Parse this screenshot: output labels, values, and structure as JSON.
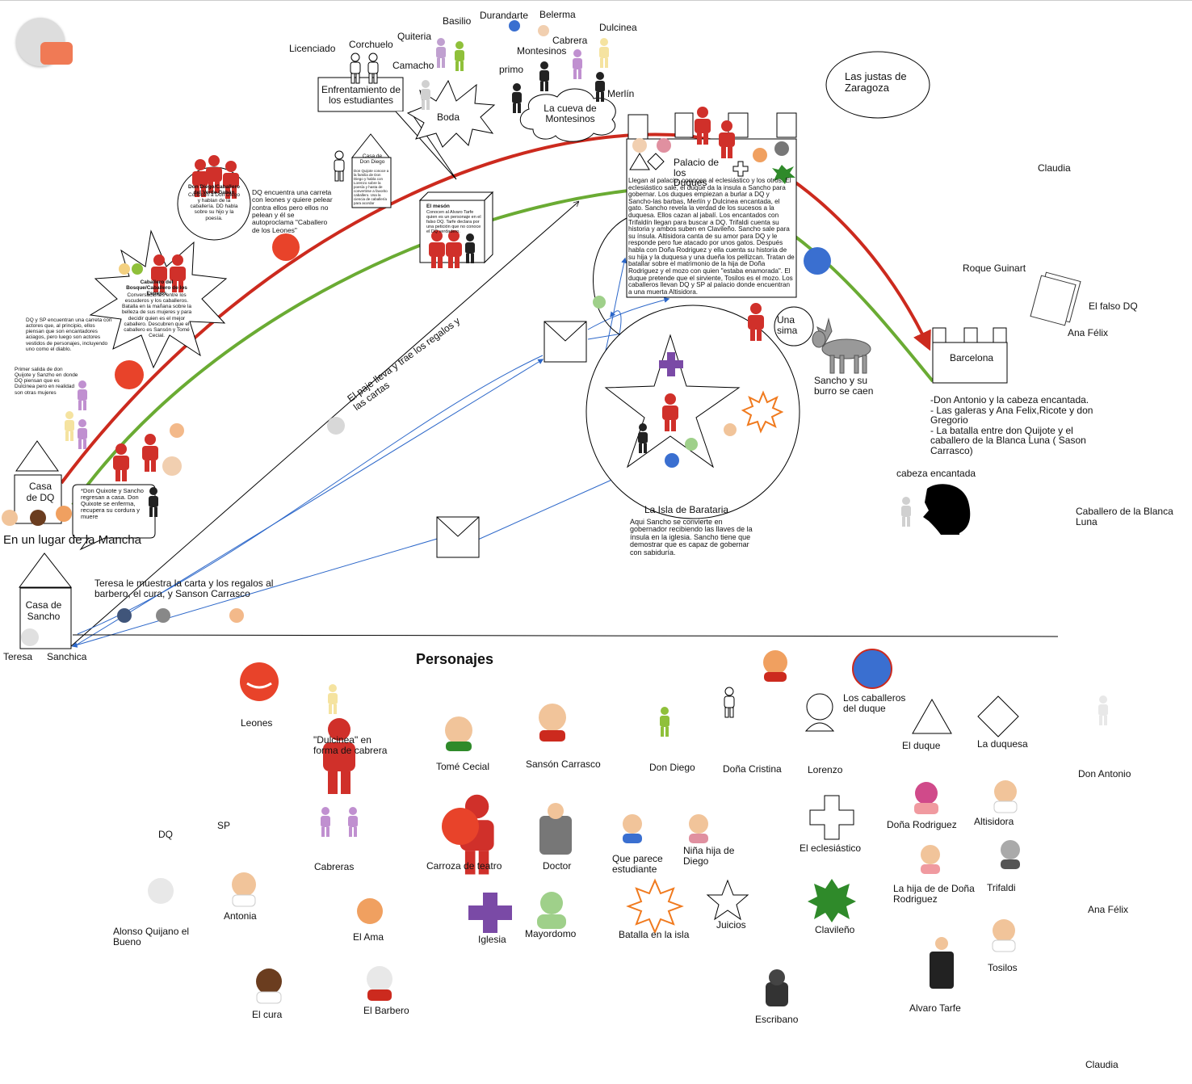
{
  "title_personajes": "Personajes",
  "colors": {
    "red_path": "#cc2a1e",
    "green_path": "#6aab33",
    "blue_arrow": "#2c67c9",
    "figure_red": "#d0302a",
    "purple": "#7a4aa6"
  },
  "route": {
    "casa_dq": "Casa de DQ",
    "mancha": "En un lugar de la Mancha",
    "casa_sancho": "Casa de Sancho",
    "teresa": "Teresa",
    "sanchica": "Sanchica",
    "primer_salida": "Primer salida de don Quijote y Sanzho en donde DQ piensan que es Dulcinea pero en realidad son otras mujeres",
    "carreta": "DQ y SP encuentran una carreta con actores que, al principio, ellos piensan que son encantadores aciagos, pero luego son actores vestidos de personajes, incluyendo uno como el diablo.",
    "espejos_title": "Caballero del Bosque/Caballero de los Espejos",
    "espejos_text": "Conversaciones entre los escuderos y los caballeros. Batalla en la mañana sobre la belleza de sus mujeres y para decidir quien es el mejor caballero. Descubren que el caballero es Sansón y Tomé Cecial.",
    "verde_title": "Don Diego/Caballero del Verde Gabán",
    "verde_text": "Conocen a Don Diego y hablan de la caballería. DD habla sobre su hijo y la poesía.",
    "leones": "DQ encuentra una carreta con leones y quiere pelear contra ellos pero ellos no pelean y él se autoproclama \"Caballero de los Leones\"",
    "casa_don_diego": "Casa de Don Diego",
    "casa_don_diego_text": "Don Quijote conoce a la familia de Don Diego y habla con Lorenzo sobre la poesía y hasta de convertirse a favorito caballero. Usa la ciencia de caballería para acordar",
    "enfrentamiento": "Enfrentamiento de los estudiantes",
    "licenciado": "Licenciado",
    "corchuelo": "Corchuelo",
    "quiteria": "Quiteria",
    "basilio": "Basilio",
    "camacho": "Camacho",
    "boda": "Boda",
    "durandarte": "Durandarte",
    "belerma": "Belerma",
    "cabrera": "Cabrera",
    "montesinos": "Montesinos",
    "dulcinea": "Dulcinea",
    "primo": "primo",
    "merlin": "Merlín",
    "cueva": "La cueva de Montesinos",
    "meson_title": "El mesón",
    "meson_text": "Conocen al Alvaro Tarfe quien es un personaje en el falso DQ. Tarfe declara por una petición que no conoce el DQ verdadero.",
    "justas": "Las justas de Zaragoza",
    "palacio_title": "Palacio de los Duques",
    "palacio_text": "Llegan al palacio, conocen al eclesiástico y los otros. El eclesiástico sale, el duque da la insula a Sancho para gobernar. Los duques empiezan a burlar a DQ y Sancho-las barbas, Merlín y Dulcinea encantada, el gato. Sancho revela la verdad de los sucesos a la duquesa. Ellos cazan al jabalí. Los encantados con Trifaldín llegan para buscar a DQ. Trifaldi cuenta su historia y ambos suben en Clavileño. Sancho sale para su ínsula. Altisidora canta de su amor para DQ y le responde pero fue atacado por unos gatos. Después habla con Doña Rodriguez y ella cuenta su historia de su hija y la duquesa y una dueña los pellizcan. Tratan de batallar sobre el matrimonio de la hija de Doña Rodriguez y el mozo con quien \"estaba enamorada\". El duque pretende que el sirviente, Tosilos es el mozo. Los caballeros llevan DQ y SP al palacio donde encuentran a una muerta Altisidora.",
    "paje": "El paje lleva y trae los regalos y las cartas",
    "teresa_carta": "Teresa le muestra la carta y los regalos al barbero, el cura, y Sanson Carrasco",
    "regreso": "*Don Quixote y Sancho regresan a casa. Don Quixote se enferma, recupera su cordura y muere",
    "isla": "La Isla de Barataria",
    "isla_text": "Aqui Sancho se convierte en gobernador recibiendo las llaves de la ínsula en la iglesia. Sancho tiene que demostrar que es capaz de gobernar con sabiduría.",
    "sima": "Una sima",
    "burro": "Sancho y su burro se caen",
    "barcelona": "Barcelona",
    "barcelona_text": "-Don Antonio y la cabeza encantada.\n- Las galeras y Ana Felix,Ricote y don Gregorio\n- La batalla entre don Quijote y el caballero de la Blanca Luna ( Sason Carrasco)",
    "claudia": "Claudia",
    "roque": "Roque Guinart",
    "falso": "El falso DQ",
    "ana": "Ana Félix",
    "cabeza": "cabeza encantada",
    "blanca_luna": "Caballero de la Blanca Luna"
  },
  "legend": {
    "leones": "Leones",
    "dulcinea_cabrera": "\"Dulcinea\" en forma de cabrera",
    "tome": "Tomé Cecial",
    "sanson": "Sansón Carrasco",
    "don_diego": "Don Diego",
    "cristina": "Doña Cristina",
    "lorenzo": "Lorenzo",
    "caballeros_duque": "Los caballeros del duque",
    "el_duque": "El duque",
    "la_duquesa": "La duquesa",
    "don_antonio": "Don Antonio",
    "dq": "DQ",
    "sp": "SP",
    "cabreras": "Cabreras",
    "carroza": "Carroza de teatro",
    "doctor": "Doctor",
    "estudiante": "Que parece estudiante",
    "nina": "Niña hija de Diego",
    "eclesiastico": "El eclesiástico",
    "rodriguez": "Doña Rodriguez",
    "altisidora": "Altisidora",
    "alonso": "Alonso Quijano el Bueno",
    "antonia": "Antonia",
    "ama": "El Ama",
    "iglesia": "Iglesia",
    "mayordomo": "Mayordomo",
    "batalla": "Batalla en la isla",
    "juicios": "Juicios",
    "clavileno": "Clavileño",
    "hija_rodriguez": "La hija de de Doña Rodriguez",
    "trifaldi": "Trifaldi",
    "ana": "Ana Félix",
    "cura": "El cura",
    "barbero": "El Barbero",
    "escribano": "Escribano",
    "alvaro": "Alvaro Tarfe",
    "tosilos": "Tosilos",
    "claudia": "Claudia"
  }
}
